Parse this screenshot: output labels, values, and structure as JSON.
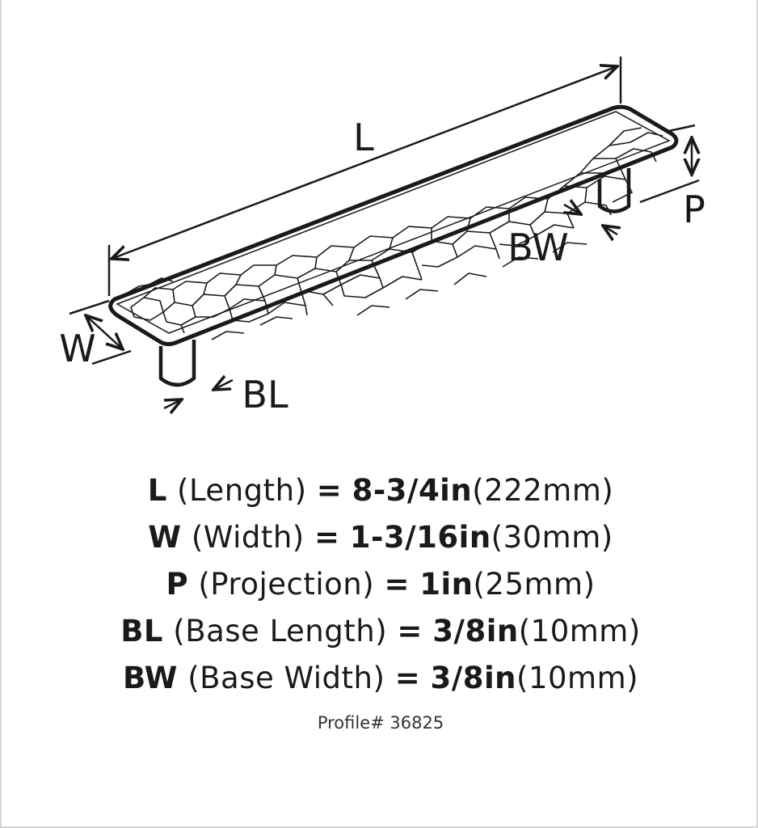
{
  "diagram": {
    "labels": {
      "length": "L",
      "width": "W",
      "projection": "P",
      "base_width": "BW",
      "base_length": "BL"
    }
  },
  "specs": [
    {
      "abbr": "L",
      "desc": "(Length)",
      "eq": "=",
      "inch": "8-3/4in",
      "mm": "(222mm)"
    },
    {
      "abbr": "W",
      "desc": "(Width)",
      "eq": "=",
      "inch": "1-3/16in",
      "mm": "(30mm)"
    },
    {
      "abbr": "P",
      "desc": "(Projection)",
      "eq": "=",
      "inch": "1in",
      "mm": "(25mm)"
    },
    {
      "abbr": "BL",
      "desc": "(Base Length)",
      "eq": "=",
      "inch": "3/8in",
      "mm": "(10mm)"
    },
    {
      "abbr": "BW",
      "desc": "(Base Width)",
      "eq": "=",
      "inch": "3/8in",
      "mm": "(10mm)"
    }
  ],
  "profile": "Profile# 36825",
  "colors": {
    "line": "#1a1a1a",
    "background": "#ffffff"
  }
}
